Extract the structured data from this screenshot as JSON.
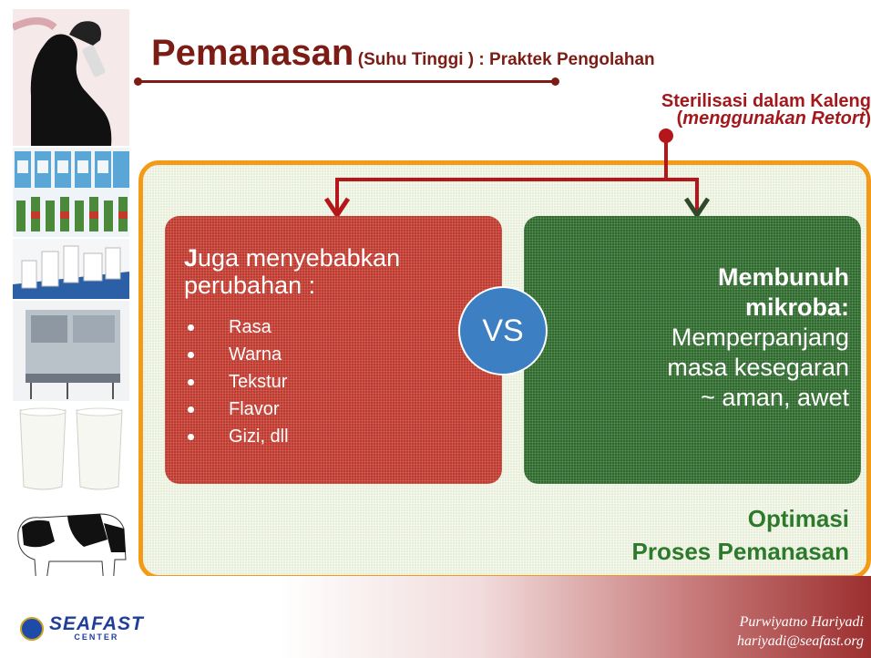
{
  "slide": {
    "title_main": "Pemanasan",
    "title_sub": "(Suhu Tinggi ) : Praktek Pengolahan",
    "sterilization_line1": "Sterilisasi dalam Kaleng",
    "sterilization_open": "(",
    "sterilization_line2": "menggunakan Retort",
    "sterilization_close": ")",
    "effects_first_letter": "J",
    "effects_heading_line1": "uga menyebabkan",
    "effects_heading_line2": "perubahan :",
    "effects": [
      "Rasa",
      "Warna",
      "Tekstur",
      "Flavor",
      "Gizi, dll"
    ],
    "vs_label": "VS",
    "benefits_bold": [
      "Membunuh",
      "mikroba:"
    ],
    "benefits_text": [
      "Memperpanjang",
      "masa kesegaran",
      "~ aman, awet"
    ],
    "optimization": [
      "Optimasi",
      "Proses Pemanasan"
    ]
  },
  "footer": {
    "author_name": "Purwiyatno Hariyadi",
    "author_email": "hariyadi@seafast.org",
    "logo_text": "SEAFAST",
    "logo_subtext": "CENTER"
  },
  "colors": {
    "title": "#7b1d14",
    "panel_border": "#f39a17",
    "red_box": "#c0392e",
    "green_box": "#2f6a2d",
    "vs_circle": "#3c7fc3",
    "optimization_text": "#2d7a2d"
  }
}
